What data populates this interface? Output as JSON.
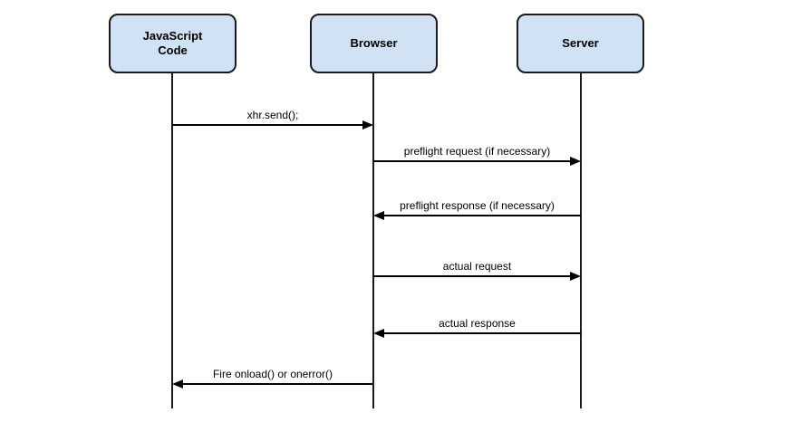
{
  "diagram_type": "sequence-diagram",
  "actors": [
    {
      "id": "javascript-code",
      "label": "JavaScript\nCode"
    },
    {
      "id": "browser",
      "label": "Browser"
    },
    {
      "id": "server",
      "label": "Server"
    }
  ],
  "messages": [
    {
      "label": "xhr.send();",
      "from": "javascript-code",
      "to": "browser"
    },
    {
      "label": "preflight request (if necessary)",
      "from": "browser",
      "to": "server"
    },
    {
      "label": "preflight response (if necessary)",
      "from": "server",
      "to": "browser"
    },
    {
      "label": "actual request",
      "from": "browser",
      "to": "server"
    },
    {
      "label": "actual response",
      "from": "server",
      "to": "browser"
    },
    {
      "label": "Fire onload() or onerror()",
      "from": "browser",
      "to": "javascript-code"
    }
  ],
  "colors": {
    "background": "#ffffff",
    "actor_fill": "#d0e2f3",
    "actor_border": "#1a1a1a",
    "line": "#000000",
    "text": "#000000"
  }
}
